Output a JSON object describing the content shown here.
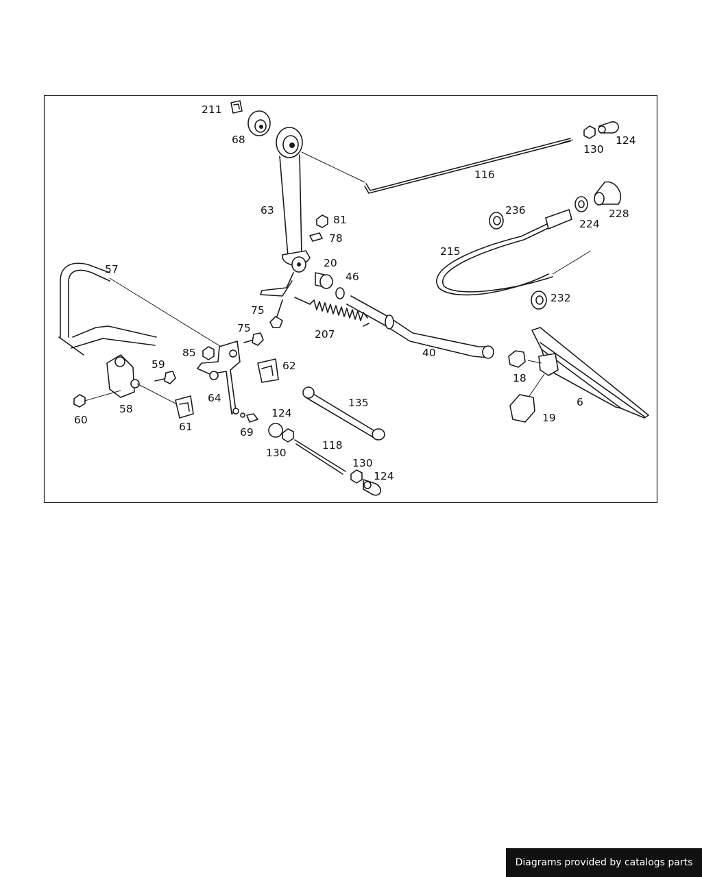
{
  "diagram": {
    "labels": [
      "211",
      "68",
      "130",
      "124",
      "116",
      "63",
      "81",
      "236",
      "224",
      "228",
      "78",
      "215",
      "57",
      "20",
      "46",
      "75",
      "232",
      "207",
      "75",
      "85",
      "62",
      "40",
      "18",
      "59",
      "64",
      "6",
      "135",
      "124",
      "58",
      "60",
      "61",
      "69",
      "19",
      "130",
      "118",
      "130",
      "124"
    ]
  },
  "footer": {
    "credit": "Diagrams provided by catalogs parts"
  },
  "colors": {
    "ink": "#1a1a1a",
    "background": "#ffffff",
    "credit_bg": "#111111"
  }
}
